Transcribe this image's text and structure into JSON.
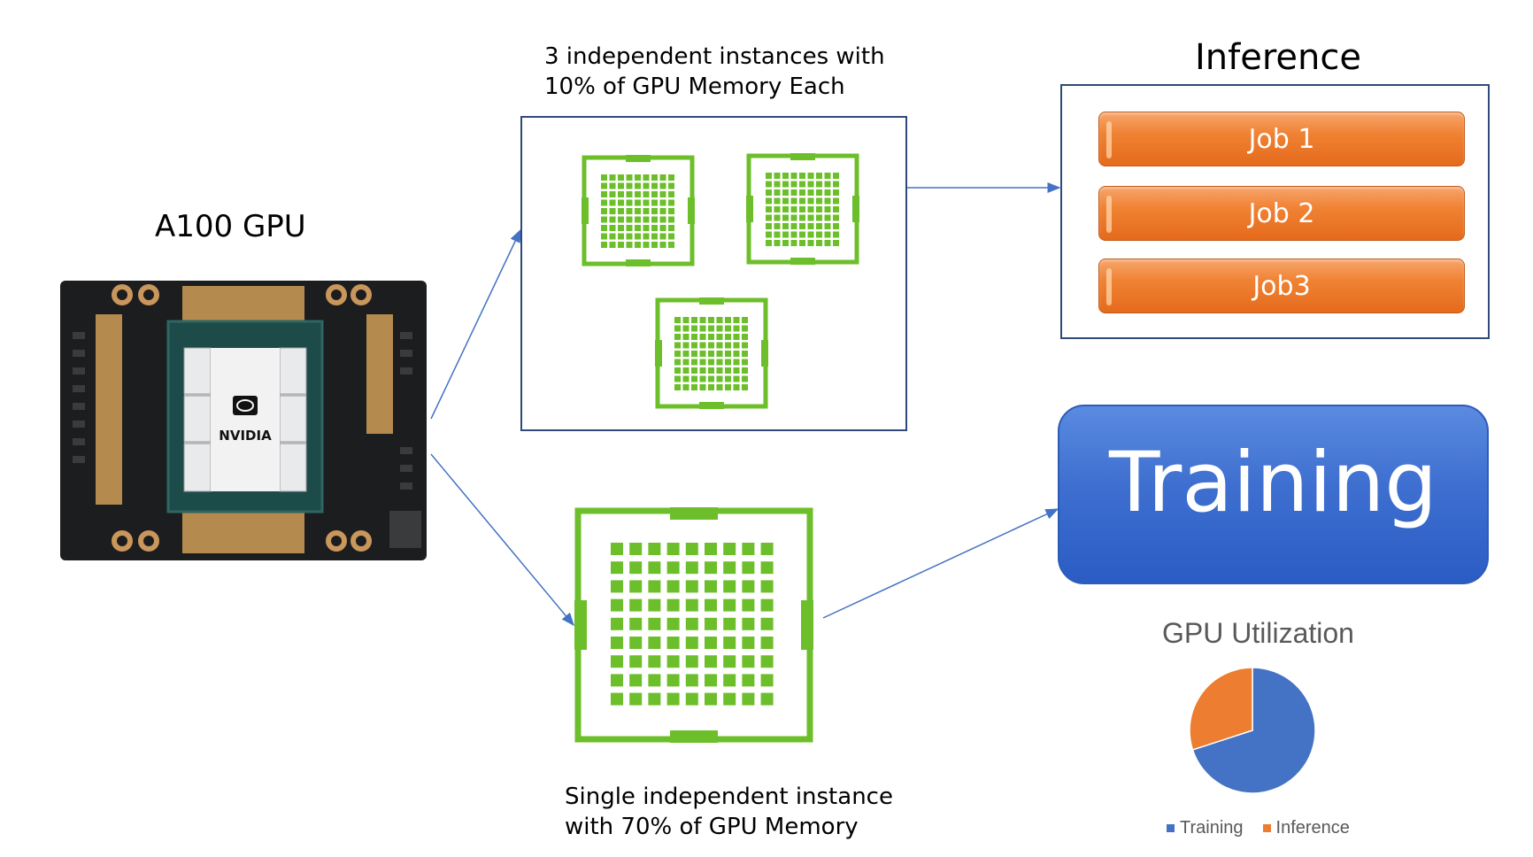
{
  "gpu": {
    "title": "A100 GPU",
    "chip_brand": "NVIDIA"
  },
  "captions": {
    "top_line1": "3 independent instances with",
    "top_line2": "10% of GPU Memory Each",
    "bottom_line1": "Single independent instance",
    "bottom_line2": "with 70% of GPU Memory"
  },
  "inference": {
    "title": "Inference",
    "jobs": [
      "Job 1",
      "Job 2",
      "Job3"
    ],
    "job_color": "#f08233"
  },
  "training": {
    "label": "Training",
    "color": "#3e6fd0"
  },
  "colors": {
    "chip_green": "#6cbf2a",
    "arrow": "#4472c4",
    "box_border": "#2f4a7a"
  },
  "chart_data": {
    "type": "pie",
    "title": "GPU Utilization",
    "categories": [
      "Training",
      "Inference"
    ],
    "values": [
      70,
      30
    ],
    "colors": [
      "#4472c4",
      "#ed7d31"
    ],
    "legend": "bottom"
  }
}
